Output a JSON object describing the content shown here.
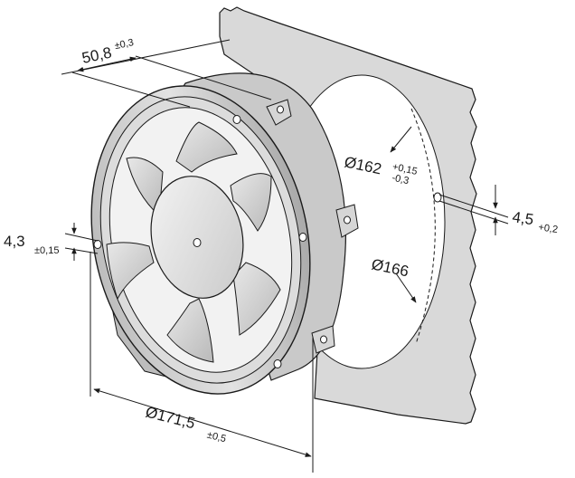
{
  "dimensions": {
    "depth": {
      "value": "50,8",
      "tolerance": "±0,3"
    },
    "cutout_inner": {
      "value": "Ø162",
      "tol_upper": "+0,15",
      "tol_lower": "-0,3"
    },
    "mount_hole": {
      "value": "4,5",
      "tolerance": "+0,2"
    },
    "bolt_circle": {
      "value": "Ø166"
    },
    "screw": {
      "value": "4,3",
      "tolerance": "±0,15"
    },
    "outer": {
      "value": "Ø171,5",
      "tolerance": "±0,5"
    }
  },
  "colors": {
    "plate": "#d9d9d9",
    "housing": "#d3d3d3",
    "blade": "#cfcfcf",
    "hub": "#e6e6e6",
    "line": "#1a1a1a"
  }
}
